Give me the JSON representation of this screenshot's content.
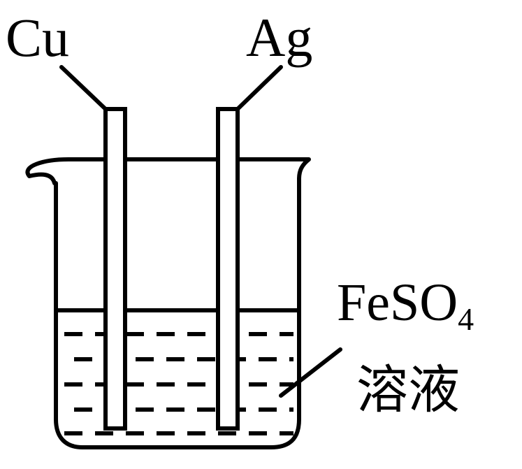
{
  "labels": {
    "left_electrode": "Cu",
    "right_electrode": "Ag",
    "solution_formula": "FeSO",
    "solution_subscript": "4",
    "solution_word": "溶液"
  },
  "colors": {
    "stroke": "#000000",
    "background": "#ffffff"
  }
}
